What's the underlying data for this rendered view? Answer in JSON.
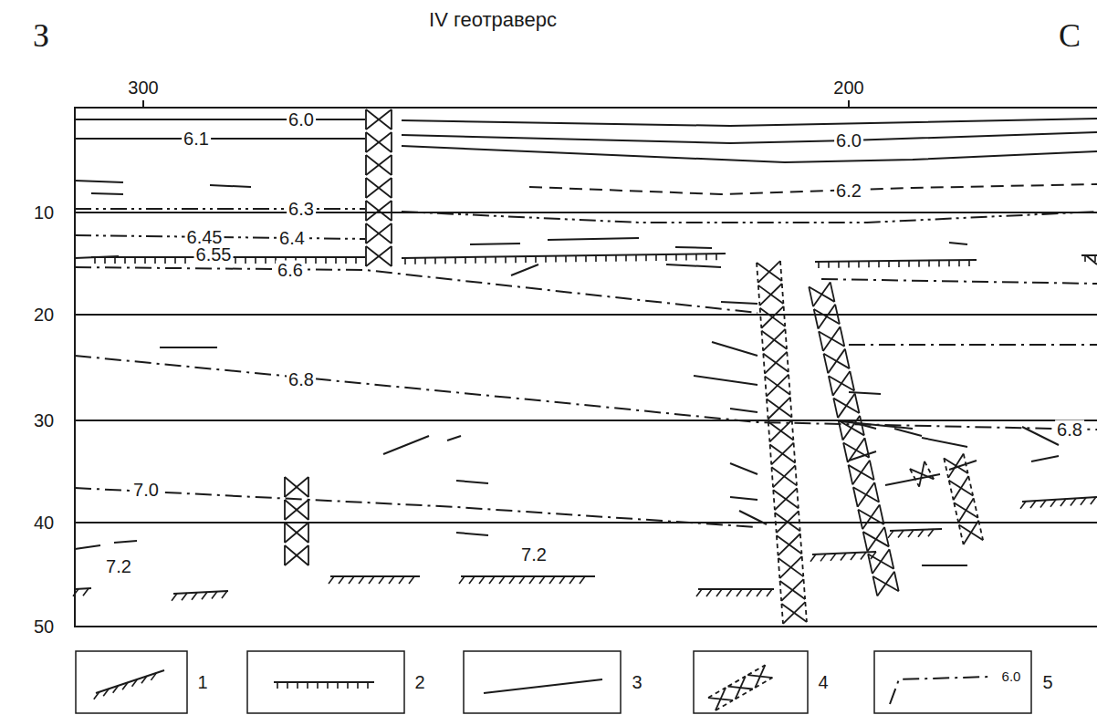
{
  "diagram": {
    "title": "IV геотраверс",
    "labels": [
      "З",
      "С",
      "300",
      "200",
      "10",
      "20",
      "30",
      "40",
      "50",
      "6.0",
      "6.1",
      "6.0",
      "6.2",
      "6.3",
      "6.45",
      "6.4",
      "6.55",
      "6.6",
      "6.8",
      "6.8",
      "7.0",
      "7.2",
      "7.2",
      "6.0"
    ],
    "legend": [
      {
        "text": "1"
      },
      {
        "text": "2"
      },
      {
        "text": "3"
      },
      {
        "text": "4"
      },
      {
        "text": "5"
      }
    ]
  }
}
